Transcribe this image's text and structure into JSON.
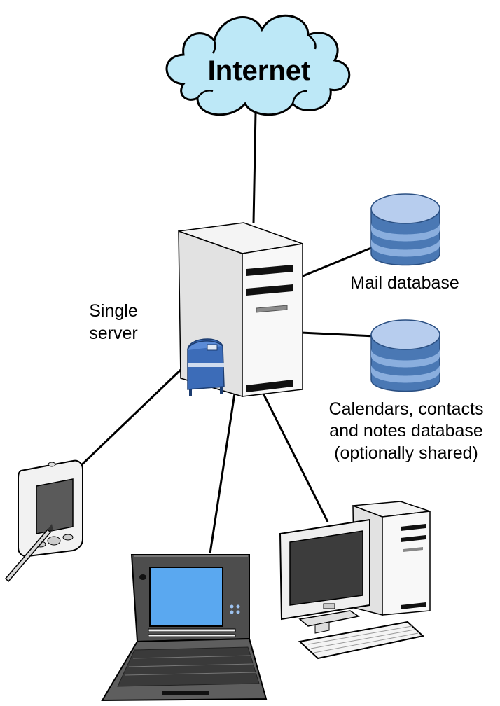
{
  "diagram": {
    "cloud_label": "Internet",
    "server_label_line1": "Single",
    "server_label_line2": "server",
    "mail_db_label": "Mail database",
    "cal_db_label_line1": "Calendars, contacts",
    "cal_db_label_line2": "and notes database",
    "cal_db_label_line3": "(optionally shared)"
  },
  "colors": {
    "cloud_fill": "#bde8f7",
    "db_blue": "#4a78b4",
    "db_light": "#8aaede",
    "screen_blue": "#5aa8f0",
    "mailbox_blue": "#3c6cb8"
  },
  "icons": [
    "cloud-icon",
    "server-tower-icon",
    "mailbox-icon",
    "database-icon",
    "pda-icon",
    "laptop-icon",
    "desktop-computer-icon"
  ]
}
